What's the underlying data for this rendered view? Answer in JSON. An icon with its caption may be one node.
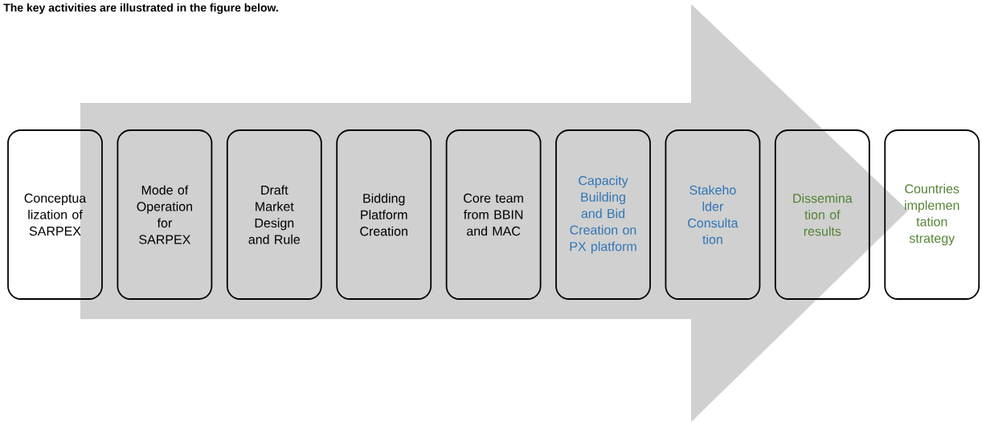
{
  "diagram": {
    "title": "The key activities are illustrated in the figure below.",
    "nodes": [
      {
        "text": [
          "Conceptua lization of SARPEX"
        ]
      },
      {
        "text": [
          "Mode of Operation for SARPEX"
        ]
      },
      {
        "text": [
          "Draft Market Design and Rule"
        ]
      },
      {
        "text": [
          "Bidding Platform Creation"
        ]
      },
      {
        "text": [
          "Core team from BBIN and MAC"
        ]
      },
      {
        "text": [
          "Capacity Building and Bid Creation on PX platform"
        ]
      },
      {
        "text": [
          "Stakeho lder Consulta tion"
        ]
      },
      {
        "text": [
          "Dissemina tion of results"
        ]
      },
      {
        "text": [
          "Countries implemen tation strategy"
        ]
      }
    ],
    "edges": [
      {
        "from": 0,
        "to": 8,
        "arrow": "to"
      }
    ]
  }
}
